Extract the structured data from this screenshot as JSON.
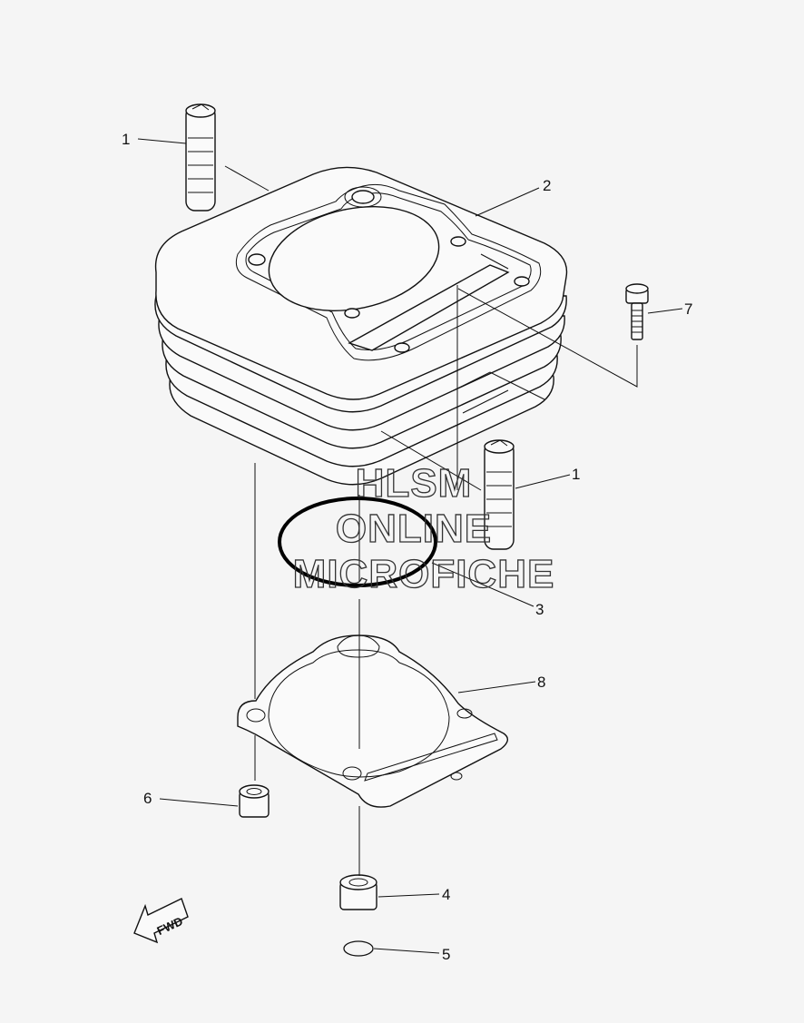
{
  "callouts": {
    "c1a": "1",
    "c1b": "1",
    "c2": "2",
    "c3": "3",
    "c4": "4",
    "c5": "5",
    "c6": "6",
    "c7": "7",
    "c8": "8"
  },
  "fwd_label": "FWD",
  "watermark": {
    "line1": "HLSM",
    "line2": "ONLINE",
    "line3": "MICROFICHE"
  },
  "colors": {
    "ink": "#111111",
    "background": "#f5f5f5",
    "highlight_ring": "#000000"
  }
}
